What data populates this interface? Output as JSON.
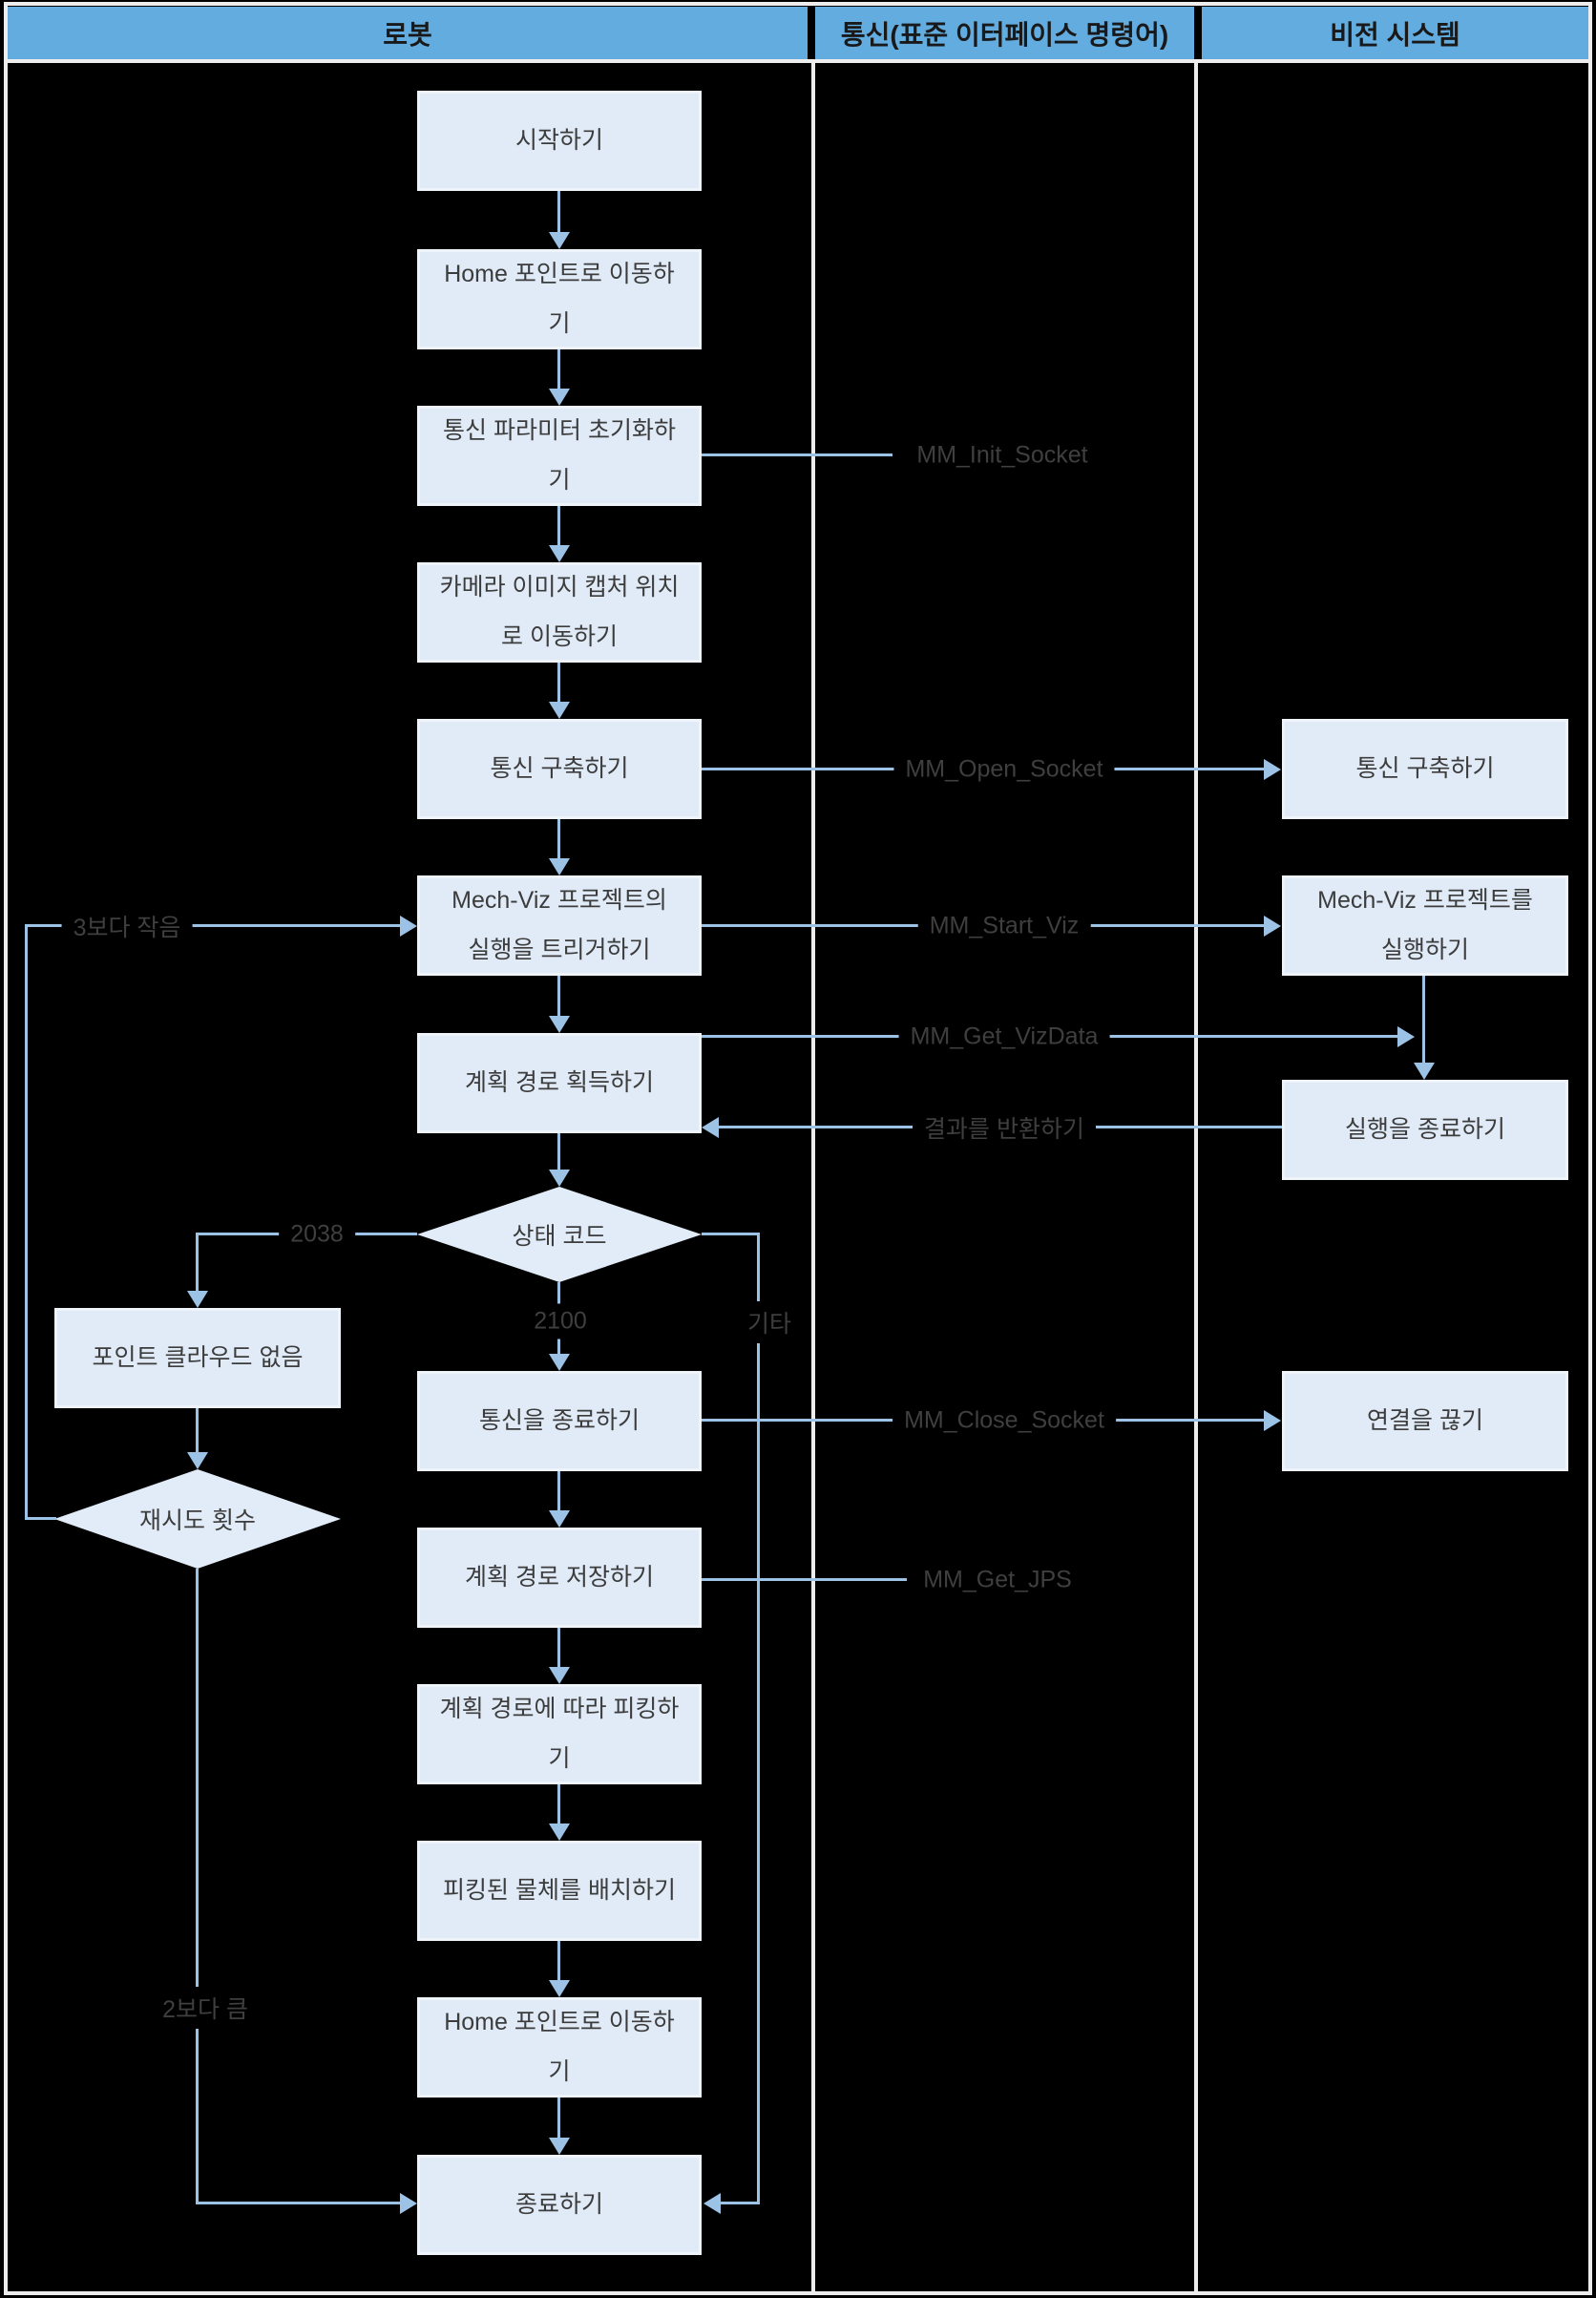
{
  "header": {
    "columns": [
      {
        "label": "로봇"
      },
      {
        "label": "통신(표준 이터페이스 명령어)"
      },
      {
        "label": "비전 시스템"
      }
    ]
  },
  "robot": {
    "start": "시작하기",
    "move_home_1": "Home 포인트로 이동하\n기",
    "init_params": "통신 파라미터 초기화하\n기",
    "move_capture": "카메라 이미지 캡처 위치\n로 이동하기",
    "establish_comm": "통신 구축하기",
    "trigger_viz": "Mech-Viz 프로젝트의\n실행을 트리거하기",
    "get_path": "계획 경로 획득하기",
    "status_code": "상태 코드",
    "close_comm": "통신을 종료하기",
    "save_path": "계획 경로 저장하기",
    "pick": "계획 경로에 따라 피킹하\n기",
    "place": "피킹된 물체를 배치하기",
    "move_home_2": "Home 포인트로 이동하\n기",
    "end": "종료하기",
    "no_cloud": "포인트 클라우드 없음",
    "retry_count": "재시도 횟수"
  },
  "vision": {
    "establish_comm": "통신 구축하기",
    "run_viz": "Mech-Viz 프로젝트를\n실행하기",
    "end_exec": "실행을 종료하기",
    "disconnect": "연결을 끊기"
  },
  "edge_labels": {
    "init_socket": "MM_Init_Socket",
    "open_socket": "MM_Open_Socket",
    "start_viz": "MM_Start_Viz",
    "get_vizdata": "MM_Get_VizData",
    "return_result": "결과를 반환하기",
    "close_socket": "MM_Close_Socket",
    "get_jps": "MM_Get_JPS",
    "less_than_3": "3보다 작음",
    "code_2038": "2038",
    "code_2100": "2100",
    "other": "기타",
    "greater_than_2": "2보다 큼"
  },
  "colors": {
    "background": "#000000",
    "frame": "#ededed",
    "header_bg": "#63ace0",
    "header_text": "#191919",
    "node_fill": "#e0ebf7",
    "node_border": "#eef4fa",
    "node_text": "#3c3c3c",
    "connector": "#9cc3e6",
    "edge_label_text": "#3f3f3f"
  }
}
